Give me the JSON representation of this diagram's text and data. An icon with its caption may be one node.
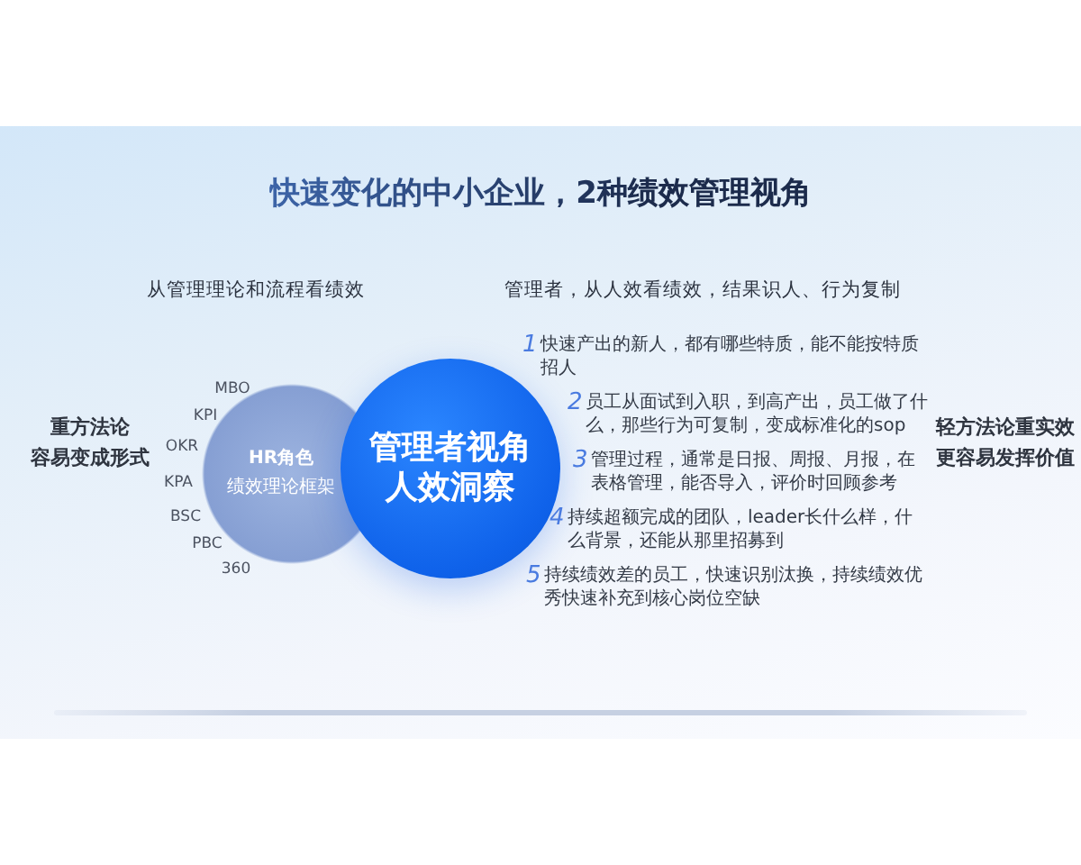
{
  "diagram": {
    "title": "快速变化的中小企业，2种绩效管理视角",
    "nodes": [
      {
        "text": [
          "HR角色",
          "绩效理论框架"
        ]
      },
      {
        "text": [
          "管理者视角",
          "人效洞察"
        ]
      }
    ],
    "labels": [
      "从管理理论和流程看绩效",
      "管理者，从人效看绩效，结果识人、行为复制",
      "重方法论",
      "容易变成形式",
      "MBO",
      "KPI",
      "OKR",
      "KPA",
      "BSC",
      "PBC",
      "360",
      "1",
      "快速产出的新人，都有哪些特质，能不能按特质招人",
      "2",
      "员工从面试到入职，到高产出，员工做了什么，那些行为可复制，变成标准化的sop",
      "3",
      "管理过程，通常是日报、周报、月报，在表格管理，能否导入，评价时回顾参考",
      "4",
      "持续超额完成的团队，leader长什么样，什么背景，还能从那里招募到",
      "5",
      "持续绩效差的员工，快速识别汰换，持续绩效优秀快速补充到核心岗位空缺",
      "轻方法论重实效",
      "更容易发挥价值"
    ]
  }
}
